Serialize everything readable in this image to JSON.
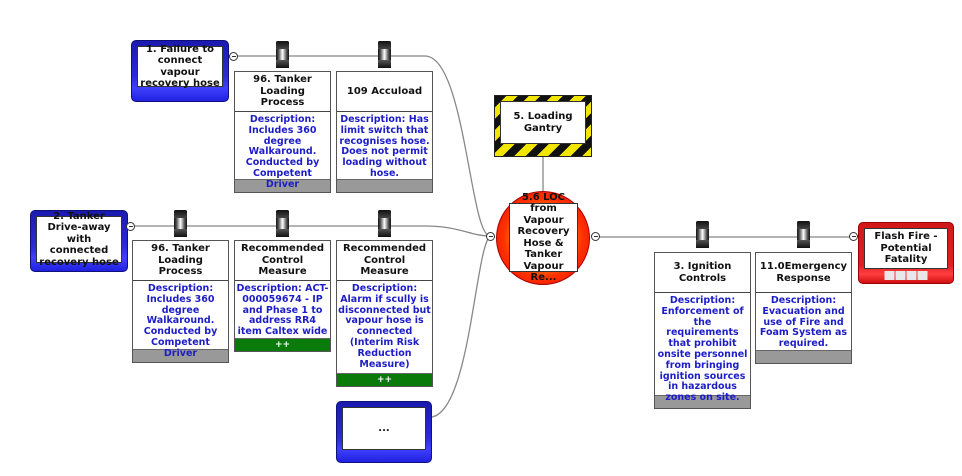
{
  "threats": [
    {
      "id": "threat-1",
      "label": "1. Failure to connect vapour recovery hose"
    },
    {
      "id": "threat-2",
      "label": "2. Tanker Drive-away with connected recovery hose"
    },
    {
      "id": "threat-3",
      "label": "..."
    }
  ],
  "hazard": {
    "label": "5. Loading Gantry"
  },
  "top_event": {
    "label": "5.6 LOC from Vapour Recovery Hose & Tanker Vapour Re..."
  },
  "consequence": {
    "label": "Flash Fire - Potential Fatality"
  },
  "threat1_barriers": [
    {
      "title": "96. Tanker Loading Process",
      "description": "Description: Includes 360 degree Walkaround. Conducted by Competent Driver",
      "footer": ""
    },
    {
      "title": "109 Accuload",
      "description": "Description: Has limit switch that recognises hose. Does not permit loading without hose.",
      "footer": ""
    }
  ],
  "threat2_barriers": [
    {
      "title": "96. Tanker Loading Process",
      "description": "Description: Includes 360 degree Walkaround. Conducted by Competent Driver",
      "footer": ""
    },
    {
      "title": "Recommended Control Measure",
      "description": "Description: ACT-000059674 - IP and Phase 1 to address RR4 item Caltex wide",
      "footer": "++"
    },
    {
      "title": "Recommended Control Measure",
      "description": "Description: Alarm if scully is disconnected but vapour hose is connected (Interim Risk Reduction Measure)",
      "footer": "++"
    }
  ],
  "consequence_barriers": [
    {
      "title": "3. Ignition Controls",
      "description": "Description: Enforcement of the requirements that prohibit onsite personnel from bringing ignition sources in hazardous zones on site.",
      "footer": ""
    },
    {
      "title": "11.0Emergency Response",
      "description": "Description: Evacuation and use of Fire and Foam System as required.",
      "footer": ""
    }
  ],
  "colors": {
    "threat": "#2b2bd8",
    "consequence": "#e02020",
    "description_text": "#1d1dc8",
    "recommended_footer": "#0a7a0a",
    "connector": "#888888"
  }
}
